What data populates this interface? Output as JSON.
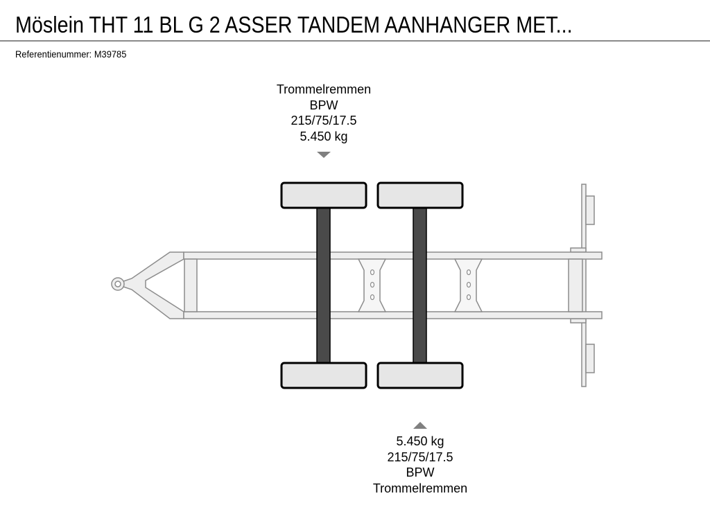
{
  "header": {
    "title": "Möslein THT 11 BL G 2 ASSER TANDEM AANHANGER MET...",
    "reference": "Referentienummer: M39785"
  },
  "axles": [
    {
      "brake": "Trommelremmen",
      "brand": "BPW",
      "tire": "215/75/17.5",
      "load": "5.450 kg"
    },
    {
      "brake": "Trommelremmen",
      "brand": "BPW",
      "tire": "215/75/17.5",
      "load": "5.450 kg"
    }
  ],
  "colors": {
    "axle": "#4a4a4a",
    "frame": "#eeeeee",
    "frame_stroke": "#8c8c8c",
    "tire": "#e6e6e6",
    "arrow": "#808080"
  }
}
